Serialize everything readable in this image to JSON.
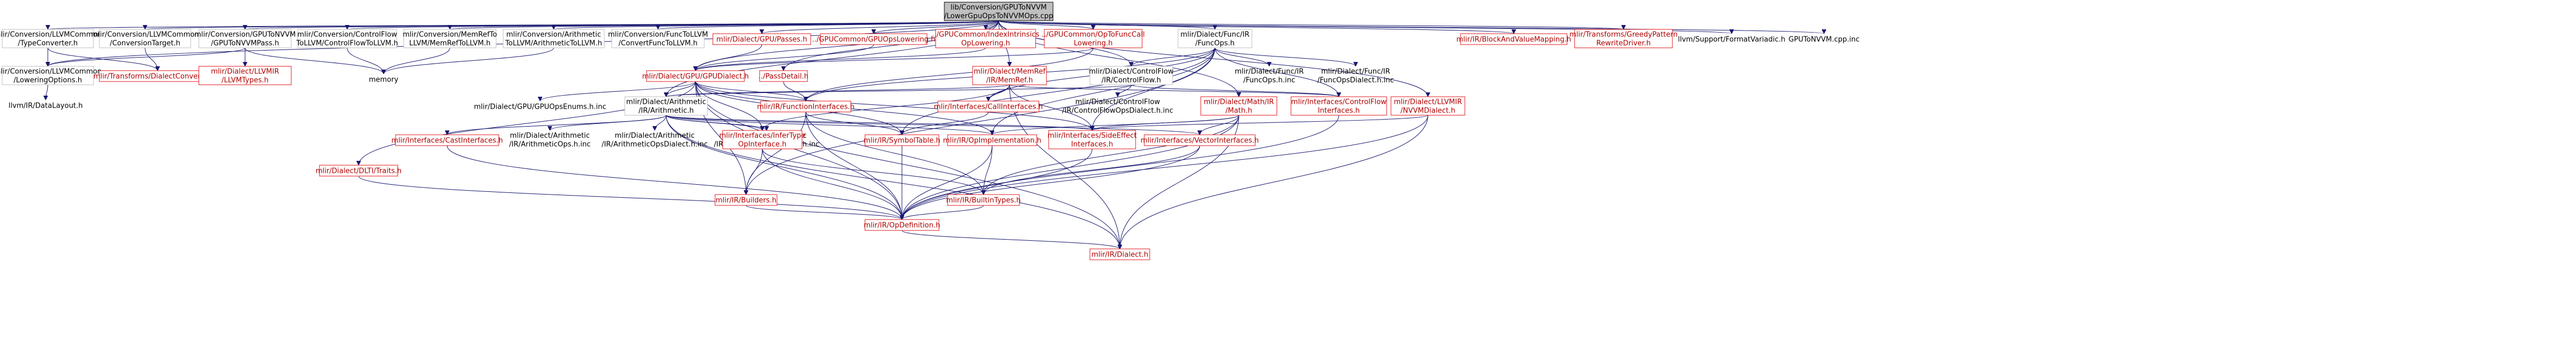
{
  "diagram": {
    "type": "include-dependency-graph",
    "colors": {
      "edge": "#191970",
      "root_fill": "#bfbfbf",
      "node_border": "#bfbfbf",
      "red_border": "#e31a1c",
      "red_text": "#b00000"
    },
    "nodes": [
      {
        "id": "root",
        "lines": [
          "lib/Conversion/GPUToNVVM",
          "/LowerGpuOpsToNVVMOps.cpp"
        ],
        "style": "root"
      },
      {
        "id": "conv_typeconv",
        "lines": [
          "mlir/Conversion/LLVMCommon",
          "/TypeConverter.h"
        ],
        "style": "normal"
      },
      {
        "id": "conv_pattern",
        "lines": [
          "mlir/Conversion/LLVMCommon",
          "/ConversionTarget.h"
        ],
        "style": "normal"
      },
      {
        "id": "conv_gputonvvm",
        "lines": [
          "mlir/Conversion/GPUToNVVM",
          "/GPUToNVVMPass.h"
        ],
        "style": "normal"
      },
      {
        "id": "conv_cf",
        "lines": [
          "mlir/Conversion/ControlFlow",
          "ToLLVM/ControlFlowToLLVM.h"
        ],
        "style": "normal"
      },
      {
        "id": "conv_memref",
        "lines": [
          "mlir/Conversion/MemRefTo",
          "LLVM/MemRefToLLVM.h"
        ],
        "style": "normal"
      },
      {
        "id": "conv_arith",
        "lines": [
          "mlir/Conversion/Arithmetic",
          "ToLLVM/ArithmeticToLLVM.h"
        ],
        "style": "normal"
      },
      {
        "id": "conv_functollvm",
        "lines": [
          "mlir/Conversion/FuncToLLVM",
          "/ConvertFuncToLLVM.h"
        ],
        "style": "normal"
      },
      {
        "id": "gpu_passes",
        "lines": [
          "mlir/Dialect/GPU/Passes.h"
        ],
        "style": "red"
      },
      {
        "id": "gpucommon_lowering",
        "lines": [
          "../GPUCommon/GPUOpsLowering.h"
        ],
        "style": "red"
      },
      {
        "id": "gpucommon_index",
        "lines": [
          "../GPUCommon/IndexIntrinsics",
          "OpLowering.h"
        ],
        "style": "red"
      },
      {
        "id": "gpucommon_opfunc",
        "lines": [
          "../GPUCommon/OpToFuncCall",
          "Lowering.h"
        ],
        "style": "red"
      },
      {
        "id": "func_ops",
        "lines": [
          "mlir/Dialect/Func/IR",
          "/FuncOps.h"
        ],
        "style": "normal"
      },
      {
        "id": "blockandvalue",
        "lines": [
          "mlir/IR/BlockAndValueMapping.h"
        ],
        "style": "red"
      },
      {
        "id": "greedy",
        "lines": [
          "mlir/Transforms/GreedyPattern",
          "RewriteDriver.h"
        ],
        "style": "red"
      },
      {
        "id": "formatvariadic",
        "lines": [
          "llvm/Support/FormatVariadic.h"
        ],
        "style": "plain"
      },
      {
        "id": "gputonvvm_inc",
        "lines": [
          "GPUToNVVM.cpp.inc"
        ],
        "style": "plain"
      },
      {
        "id": "lowering_options",
        "lines": [
          "mlir/Conversion/LLVMCommon",
          "/LoweringOptions.h"
        ],
        "style": "normal"
      },
      {
        "id": "dialect_conversion",
        "lines": [
          "mlir/Transforms/DialectConversion.h"
        ],
        "style": "red"
      },
      {
        "id": "llvmtypes",
        "lines": [
          "mlir/Dialect/LLVMIR",
          "/LLVMTypes.h"
        ],
        "style": "red"
      },
      {
        "id": "memory",
        "lines": [
          "memory"
        ],
        "style": "plain"
      },
      {
        "id": "datalayout",
        "lines": [
          "llvm/IR/DataLayout.h"
        ],
        "style": "plain"
      },
      {
        "id": "gpudialect",
        "lines": [
          "mlir/Dialect/GPU/GPUDialect.h"
        ],
        "style": "red"
      },
      {
        "id": "passdetail",
        "lines": [
          "../PassDetail.h"
        ],
        "style": "red"
      },
      {
        "id": "memref_ir",
        "lines": [
          "mlir/Dialect/MemRef",
          "/IR/MemRef.h"
        ],
        "style": "red"
      },
      {
        "id": "cf_ir",
        "lines": [
          "mlir/Dialect/ControlFlow",
          "/IR/ControlFlow.h"
        ],
        "style": "normal"
      },
      {
        "id": "func_ops_inc",
        "lines": [
          "mlir/Dialect/Func/IR",
          "/FuncOps.h.inc"
        ],
        "style": "plain"
      },
      {
        "id": "func_dialect_inc",
        "lines": [
          "mlir/Dialect/Func/IR",
          "/FuncOpsDialect.h.inc"
        ],
        "style": "plain"
      },
      {
        "id": "gpu_enums",
        "lines": [
          "mlir/Dialect/GPU/GPUOpsEnums.h.inc"
        ],
        "style": "plain"
      },
      {
        "id": "arith",
        "lines": [
          "mlir/Dialect/Arithmetic",
          "/IR/Arithmetic.h"
        ],
        "style": "normal"
      },
      {
        "id": "functioninterfaces",
        "lines": [
          "mlir/IR/FunctionInterfaces.h"
        ],
        "style": "red"
      },
      {
        "id": "callinterfaces",
        "lines": [
          "mlir/Interfaces/CallInterfaces.h"
        ],
        "style": "red"
      },
      {
        "id": "cf_dialect_inc",
        "lines": [
          "mlir/Dialect/ControlFlow",
          "/IR/ControlFlowOpsDialect.h.inc"
        ],
        "style": "plain"
      },
      {
        "id": "math",
        "lines": [
          "mlir/Dialect/Math/IR",
          "/Math.h"
        ],
        "style": "red"
      },
      {
        "id": "cf_interfaces",
        "lines": [
          "mlir/Interfaces/ControlFlow",
          "Interfaces.h"
        ],
        "style": "red"
      },
      {
        "id": "nvvm",
        "lines": [
          "mlir/Dialect/LLVMIR",
          "/NVVMDialect.h"
        ],
        "style": "red"
      },
      {
        "id": "castinterfaces",
        "lines": [
          "mlir/Interfaces/CastInterfaces.h"
        ],
        "style": "red"
      },
      {
        "id": "arith_ops_inc",
        "lines": [
          "mlir/Dialect/Arithmetic",
          "/IR/ArithmeticOps.h.inc"
        ],
        "style": "plain"
      },
      {
        "id": "arith_dialect_inc",
        "lines": [
          "mlir/Dialect/Arithmetic",
          "/IR/ArithmeticOpsDialect.h.inc"
        ],
        "style": "plain"
      },
      {
        "id": "arith_enums_inc",
        "lines": [
          "mlir/Dialect/Arithmetic",
          "/IR/ArithmeticOpsEnums.h.inc"
        ],
        "style": "plain"
      },
      {
        "id": "infertype",
        "lines": [
          "mlir/Interfaces/InferType",
          "OpInterface.h"
        ],
        "style": "red"
      },
      {
        "id": "symboltable",
        "lines": [
          "mlir/IR/SymbolTable.h"
        ],
        "style": "red"
      },
      {
        "id": "opimpl",
        "lines": [
          "mlir/IR/OpImplementation.h"
        ],
        "style": "red"
      },
      {
        "id": "sideeffect",
        "lines": [
          "mlir/Interfaces/SideEffect",
          "Interfaces.h"
        ],
        "style": "red"
      },
      {
        "id": "vectorinterfaces",
        "lines": [
          "mlir/Interfaces/VectorInterfaces.h"
        ],
        "style": "red"
      },
      {
        "id": "dlti",
        "lines": [
          "mlir/Dialect/DLTI/Traits.h"
        ],
        "style": "red"
      },
      {
        "id": "builders",
        "lines": [
          "mlir/IR/Builders.h"
        ],
        "style": "red"
      },
      {
        "id": "builtintypes",
        "lines": [
          "mlir/IR/BuiltinTypes.h"
        ],
        "style": "red"
      },
      {
        "id": "opdefinition",
        "lines": [
          "mlir/IR/OpDefinition.h"
        ],
        "style": "red"
      },
      {
        "id": "dialect",
        "lines": [
          "mlir/IR/Dialect.h"
        ],
        "style": "red"
      }
    ],
    "edges": [
      [
        "root",
        "conv_typeconv"
      ],
      [
        "root",
        "conv_pattern"
      ],
      [
        "root",
        "conv_gputonvvm"
      ],
      [
        "root",
        "conv_cf"
      ],
      [
        "root",
        "conv_memref"
      ],
      [
        "root",
        "conv_arith"
      ],
      [
        "root",
        "conv_functollvm"
      ],
      [
        "root",
        "gpu_passes"
      ],
      [
        "root",
        "gpucommon_lowering"
      ],
      [
        "root",
        "gpucommon_index"
      ],
      [
        "root",
        "gpucommon_opfunc"
      ],
      [
        "root",
        "func_ops"
      ],
      [
        "root",
        "blockandvalue"
      ],
      [
        "root",
        "greedy"
      ],
      [
        "root",
        "formatvariadic"
      ],
      [
        "root",
        "gputonvvm_inc"
      ],
      [
        "root",
        "lowering_options"
      ],
      [
        "root",
        "gpudialect"
      ],
      [
        "root",
        "passdetail"
      ],
      [
        "root",
        "memref_ir"
      ],
      [
        "root",
        "cf_ir"
      ],
      [
        "root",
        "arith"
      ],
      [
        "root",
        "math"
      ],
      [
        "root",
        "nvvm"
      ],
      [
        "conv_typeconv",
        "lowering_options"
      ],
      [
        "conv_typeconv",
        "dialect_conversion"
      ],
      [
        "conv_pattern",
        "dialect_conversion"
      ],
      [
        "conv_gputonvvm",
        "lowering_options"
      ],
      [
        "conv_gputonvvm",
        "llvmtypes"
      ],
      [
        "conv_gputonvvm",
        "memory"
      ],
      [
        "conv_cf",
        "memory"
      ],
      [
        "conv_memref",
        "memory"
      ],
      [
        "conv_arith",
        "memory"
      ],
      [
        "lowering_options",
        "datalayout"
      ],
      [
        "gpu_passes",
        "gpudialect"
      ],
      [
        "gpucommon_lowering",
        "gpudialect"
      ],
      [
        "gpucommon_index",
        "gpudialect"
      ],
      [
        "gpucommon_opfunc",
        "gpudialect"
      ],
      [
        "gpucommon_opfunc",
        "functioninterfaces"
      ],
      [
        "func_ops",
        "cf_ir"
      ],
      [
        "func_ops",
        "func_ops_inc"
      ],
      [
        "func_ops",
        "func_dialect_inc"
      ],
      [
        "func_ops",
        "callinterfaces"
      ],
      [
        "func_ops",
        "functioninterfaces"
      ],
      [
        "func_ops",
        "symboltable"
      ],
      [
        "func_ops",
        "opimpl"
      ],
      [
        "func_ops",
        "builders"
      ],
      [
        "func_ops",
        "sideeffect"
      ],
      [
        "func_ops",
        "cf_interfaces"
      ],
      [
        "gpudialect",
        "gpu_enums"
      ],
      [
        "gpudialect",
        "arith"
      ],
      [
        "gpudialect",
        "functioninterfaces"
      ],
      [
        "gpudialect",
        "infertype"
      ],
      [
        "gpudialect",
        "symboltable"
      ],
      [
        "gpudialect",
        "sideeffect"
      ],
      [
        "gpudialect",
        "dlti"
      ],
      [
        "gpudialect",
        "builders"
      ],
      [
        "gpudialect",
        "dialect"
      ],
      [
        "gpudialect",
        "opimpl"
      ],
      [
        "gpudialect",
        "opdefinition"
      ],
      [
        "passdetail",
        "functioninterfaces"
      ],
      [
        "memref_ir",
        "arith"
      ],
      [
        "memref_ir",
        "callinterfaces"
      ],
      [
        "memref_ir",
        "cf_interfaces"
      ],
      [
        "memref_ir",
        "sideeffect"
      ],
      [
        "memref_ir",
        "infertype"
      ],
      [
        "memref_ir",
        "dialect"
      ],
      [
        "cf_ir",
        "cf_dialect_inc"
      ],
      [
        "cf_ir",
        "arith"
      ],
      [
        "cf_ir",
        "cf_interfaces"
      ],
      [
        "arith",
        "castinterfaces"
      ],
      [
        "arith",
        "arith_ops_inc"
      ],
      [
        "arith",
        "arith_dialect_inc"
      ],
      [
        "arith",
        "arith_enums_inc"
      ],
      [
        "arith",
        "infertype"
      ],
      [
        "arith",
        "sideeffect"
      ],
      [
        "arith",
        "vectorinterfaces"
      ],
      [
        "arith",
        "opimpl"
      ],
      [
        "arith",
        "opdefinition"
      ],
      [
        "arith",
        "dialect"
      ],
      [
        "functioninterfaces",
        "symboltable"
      ],
      [
        "functioninterfaces",
        "builtintypes"
      ],
      [
        "functioninterfaces",
        "opdefinition"
      ],
      [
        "functioninterfaces",
        "builders"
      ],
      [
        "callinterfaces",
        "symboltable"
      ],
      [
        "math",
        "sideeffect"
      ],
      [
        "math",
        "vectorinterfaces"
      ],
      [
        "math",
        "opimpl"
      ],
      [
        "math",
        "builtintypes"
      ],
      [
        "math",
        "opdefinition"
      ],
      [
        "math",
        "dialect"
      ],
      [
        "cf_interfaces",
        "opdefinition"
      ],
      [
        "nvvm",
        "sideeffect"
      ],
      [
        "nvvm",
        "opdefinition"
      ],
      [
        "nvvm",
        "dialect"
      ],
      [
        "castinterfaces",
        "opdefinition"
      ],
      [
        "infertype",
        "builders"
      ],
      [
        "infertype",
        "builtintypes"
      ],
      [
        "infertype",
        "opdefinition"
      ],
      [
        "symboltable",
        "opdefinition"
      ],
      [
        "opimpl",
        "builtintypes"
      ],
      [
        "opimpl",
        "opdefinition"
      ],
      [
        "sideeffect",
        "opdefinition"
      ],
      [
        "vectorinterfaces",
        "opdefinition"
      ],
      [
        "vectorinterfaces",
        "builtintypes"
      ],
      [
        "dlti",
        "opdefinition"
      ],
      [
        "builders",
        "opdefinition"
      ],
      [
        "builtintypes",
        "opdefinition"
      ],
      [
        "opdefinition",
        "dialect"
      ]
    ]
  }
}
